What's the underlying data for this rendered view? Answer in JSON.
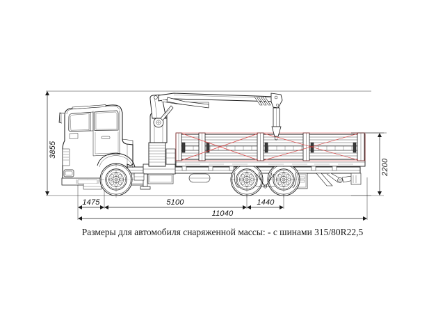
{
  "drawing": {
    "title_caption": "Размеры для автомобиля снаряженной массы: - с шинами 315/80R22,5",
    "background_color": "#ffffff",
    "line_color": "#1a1a1a",
    "accent_color": "#d93b3b",
    "dimensions": {
      "overall_height": "3855",
      "platform_height": "2200",
      "front_overhang": "1475",
      "wheelbase": "5100",
      "rear_axle_spacing": "1440",
      "overall_length": "11040"
    },
    "labels": {
      "height_3855": "3855",
      "height_2200": "2200",
      "length_1475": "1475",
      "length_5100": "5100",
      "length_1440": "1440",
      "length_11040": "11040"
    },
    "view": "side elevation",
    "subject": "flatbed truck with knuckle-boom crane"
  }
}
